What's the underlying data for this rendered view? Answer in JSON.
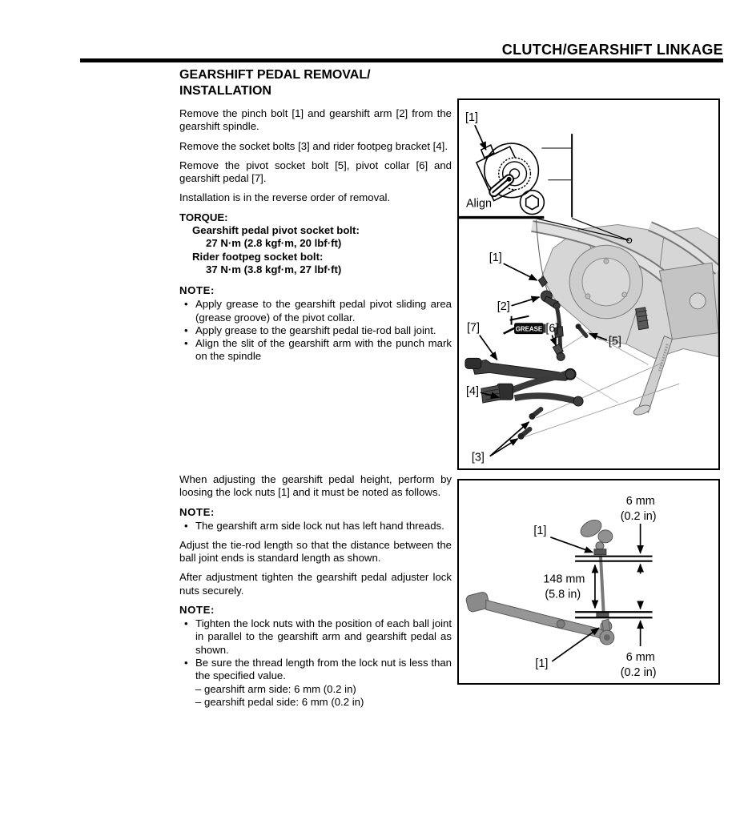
{
  "colors": {
    "text": "#000000",
    "rule": "#000000",
    "figure_border": "#000000",
    "engine_gray": "#d6d6d6",
    "linkage_dark": "#3d3d3d",
    "pedal_gray": "#919191",
    "grease_tag_bg": "#0d0d0d",
    "grease_tag_text": "#ffffff"
  },
  "header": {
    "title": "CLUTCH/GEARSHIFT LINKAGE"
  },
  "section": {
    "title_line1": "GEARSHIFT PEDAL REMOVAL/",
    "title_line2": "INSTALLATION"
  },
  "removal": {
    "p1": "Remove the pinch bolt [1] and gearshift arm [2] from the gearshift spindle.",
    "p2": "Remove the socket bolts [3] and rider footpeg bracket [4].",
    "p3": "Remove the pivot socket bolt [5], pivot collar [6] and gearshift pedal [7].",
    "p4": "Installation is in the reverse order of removal.",
    "torque_heading": "TORQUE:",
    "torque": [
      {
        "name": "Gearshift pedal pivot socket bolt:",
        "value": "27 N·m (2.8 kgf·m, 20 lbf·ft)"
      },
      {
        "name": "Rider footpeg socket bolt:",
        "value": "37 N·m (3.8 kgf·m, 27 lbf·ft)"
      }
    ],
    "note_heading": "NOTE:",
    "notes": [
      "Apply grease to the gearshift pedal pivot sliding area (grease groove) of the pivot collar.",
      "Apply grease to the gearshift pedal tie-rod ball joint.",
      "Align the slit of the gearshift arm with the punch mark on the spindle"
    ]
  },
  "adjustment": {
    "p1": "When adjusting the gearshift pedal height, perform by loosing the lock nuts [1] and it must be noted as follows.",
    "note1_heading": "NOTE:",
    "note1": [
      "The gearshift arm side lock nut has left hand threads."
    ],
    "p2": "Adjust the tie-rod length so that the distance between the ball joint ends is standard length as shown.",
    "p3": "After adjustment tighten the gearshift pedal adjuster lock nuts securely.",
    "note2_heading": "NOTE:",
    "note2": [
      "Tighten the lock nuts with the position of each ball joint in parallel to the gearshift arm and gearshift pedal as shown.",
      "Be sure the thread length from the lock nut is less than the specified value."
    ],
    "note2_sub": [
      "– gearshift arm side: 6 mm (0.2 in)",
      "– gearshift pedal side: 6 mm (0.2 in)"
    ]
  },
  "figure1": {
    "inset_callout_1": "[1]",
    "align_label": "Align",
    "grease_tag": "GREASE",
    "callout_1": "[1]",
    "callout_2": "[2]",
    "callout_3": "[3]",
    "callout_4": "[4]",
    "callout_5": "[5]",
    "callout_6": "[6]",
    "callout_7": "[7]"
  },
  "figure2": {
    "callout_1_top": "[1]",
    "callout_1_bottom": "[1]",
    "dim_top_mm": "6 mm",
    "dim_top_in": "(0.2 in)",
    "dim_len_mm": "148 mm",
    "dim_len_in": "(5.8 in)",
    "dim_bottom_mm": "6 mm",
    "dim_bottom_in": "(0.2 in)"
  }
}
